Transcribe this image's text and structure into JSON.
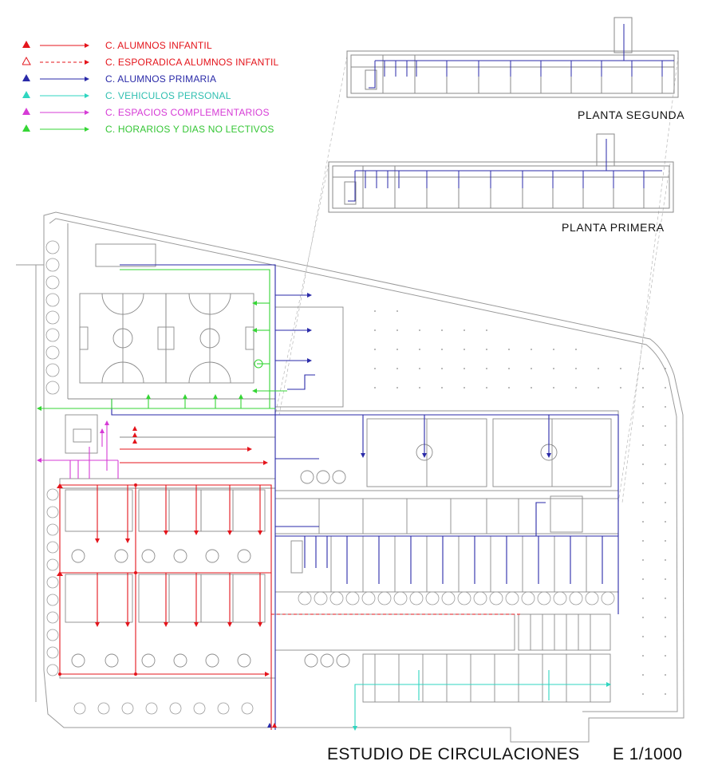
{
  "legend": [
    {
      "label": "C. ALUMNOS INFANTIL",
      "color": "#e4141b",
      "marker": "filled-triangle",
      "line": "solid"
    },
    {
      "label": "C. ESPORADICA ALUMNOS INFANTIL",
      "color": "#e4141b",
      "marker": "hollow-triangle",
      "line": "dashed"
    },
    {
      "label": "C. ALUMNOS PRIMARIA",
      "color": "#2a2aa8",
      "marker": "filled-triangle",
      "line": "solid"
    },
    {
      "label": "C. VEHICULOS PERSONAL",
      "color": "#2fd6c0",
      "marker": "filled-triangle",
      "line": "solid"
    },
    {
      "label": "C. ESPACIOS COMPLEMENTARIOS",
      "color": "#d63bd6",
      "marker": "filled-triangle",
      "line": "solid"
    },
    {
      "label": "C. HORARIOS Y DIAS NO LECTIVOS",
      "color": "#35d635",
      "marker": "filled-triangle",
      "line": "solid"
    }
  ],
  "floors": {
    "second": "PLANTA SEGUNDA",
    "first": "PLANTA PRIMERA"
  },
  "footer": {
    "title": "ESTUDIO DE CIRCULACIONES",
    "scale": "E 1/1000"
  },
  "colors": {
    "infantil": "#e4141b",
    "primaria": "#2a2aa8",
    "vehiculos": "#2fd6c0",
    "complementarios": "#d63bd6",
    "no_lectivos": "#35d635",
    "plan_lines": "#9a9a9a"
  }
}
